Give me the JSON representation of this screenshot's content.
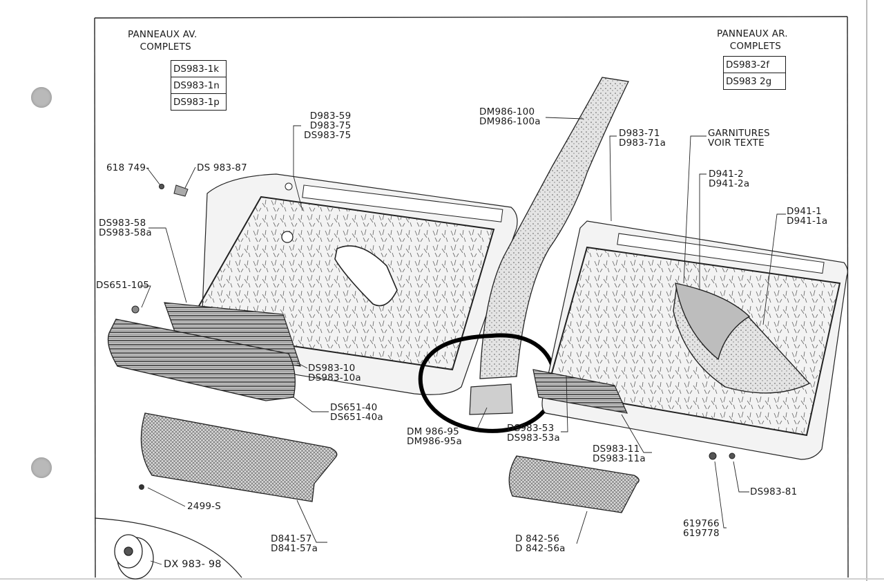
{
  "headers": {
    "front_title": [
      "PANNEAUX AV.",
      "COMPLETS"
    ],
    "rear_title": [
      "PANNEAUX AR.",
      "COMPLETS"
    ]
  },
  "front_refs": [
    "DS983-1k",
    "DS983-1n",
    "DS983-1p"
  ],
  "rear_refs": [
    "DS983-2f",
    "DS983 2g"
  ],
  "labels": {
    "l_59": [
      "D983-59",
      "D983-75",
      "DS983-75"
    ],
    "l_618": [
      "618 749-"
    ],
    "l_87": [
      "DS 983-87"
    ],
    "l_58": [
      "DS983-58",
      "DS983-58a"
    ],
    "l_105": [
      "DS651-105"
    ],
    "l_10": [
      "DS983-10",
      "DS983-10a"
    ],
    "l_40": [
      "DS651-40",
      "DS651-40a"
    ],
    "l_2499": [
      "2499-S"
    ],
    "l_841": [
      "D841-57",
      "D841-57a"
    ],
    "l_dx": [
      "DX 983- 98"
    ],
    "l_100": [
      "DM986-100",
      "DM986-100a"
    ],
    "l_95": [
      "DM 986-95",
      "DM986-95a"
    ],
    "l_53": [
      "DS983-53",
      "DS983-53a"
    ],
    "l_71": [
      "D983-71",
      "D983-71a"
    ],
    "l_garn": [
      "GARNITURES",
      "VOIR TEXTE"
    ],
    "l_9412": [
      "D941-2",
      "D941-2a"
    ],
    "l_9411": [
      "D941-1",
      "D941-1a"
    ],
    "l_11": [
      "DS983-11",
      "DS983-11a"
    ],
    "l_81": [
      "DS983-81"
    ],
    "l_619": [
      "619766",
      "619778"
    ],
    "l_842": [
      "D 842-56",
      "D 842-56a"
    ]
  }
}
